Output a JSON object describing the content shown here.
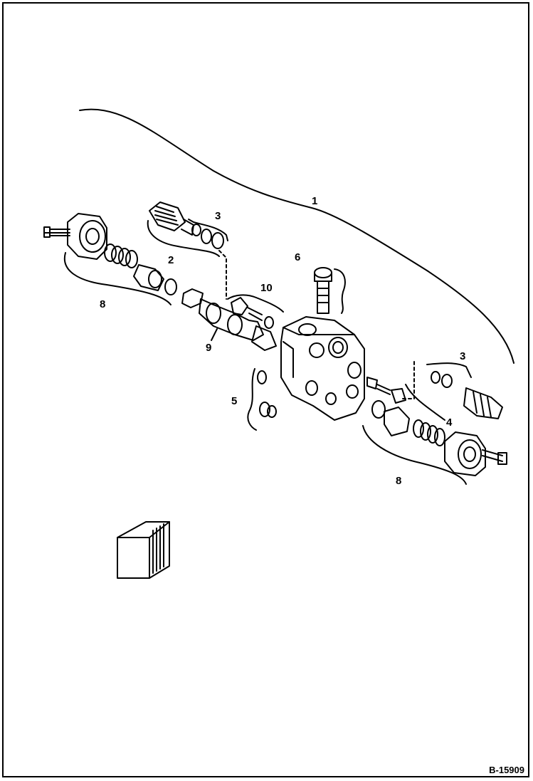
{
  "figure_id": "B-15909",
  "callouts": {
    "c1": "1",
    "c2": "2",
    "c3a": "3",
    "c3b": "3",
    "c4": "4",
    "c5": "5",
    "c6": "6",
    "c8a": "8",
    "c8b": "8",
    "c9": "9",
    "c10": "10"
  }
}
